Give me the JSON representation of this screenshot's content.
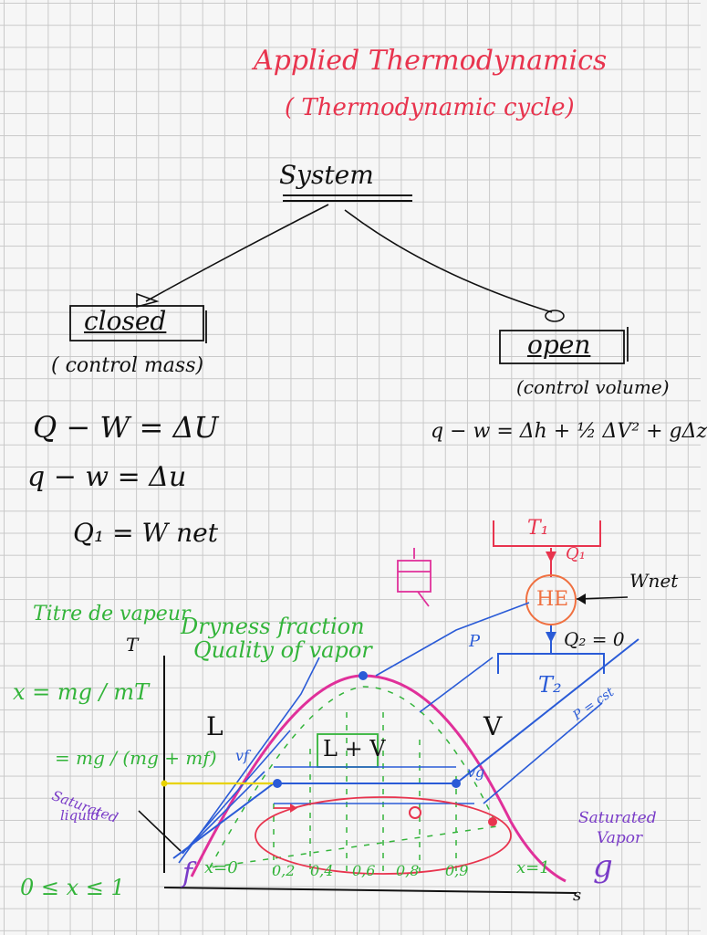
{
  "title": {
    "line1": "Applied Thermodynamics",
    "line2": "( Thermodynamic cycle)"
  },
  "system": {
    "label": "System",
    "closed": {
      "label": "closed",
      "sub": "( control mass)",
      "eq1": "Q − W = ΔU",
      "eq2": "q − w = Δu",
      "eq3": "Q₁ = W net"
    },
    "open": {
      "label": "open",
      "sub": "(control volume)",
      "eq": "q − w = Δh + ½ ΔV² + gΔz"
    }
  },
  "engine": {
    "t1": "T₁",
    "q1": "Q₁",
    "he": "HE",
    "wnet": "Wnet",
    "q2": "Q₂ = 0",
    "t2": "T₂",
    "pconst": "P = cst"
  },
  "diagram": {
    "title1": "Titre de vapeur",
    "title2": "Dryness fraction",
    "title3": "Quality of vapor",
    "t_axis": "T",
    "s_axis": "s",
    "liquid": "L",
    "vapor": "V",
    "mixture": "L + V",
    "f_point": "f",
    "g_point": "g",
    "vf": "vf",
    "vg": "vg",
    "p_label": "P",
    "quality_labels": [
      "x=0",
      "0,2",
      "0,4",
      "0,6",
      "0,8",
      "0,9",
      "x=1"
    ],
    "sat_liquid": [
      "Saturated",
      "liquid"
    ],
    "sat_vapor": [
      "Saturated",
      "Vapor"
    ],
    "formula1": "x = mg / mT",
    "formula2": "= mg / (mg + mf)",
    "range": "0 ≤ x ≤ 1"
  },
  "colors": {
    "red": "#e8344e",
    "black": "#111111",
    "green": "#33b43a",
    "blue": "#2a5bd7",
    "magenta": "#e0309a",
    "purple": "#7a3cc8",
    "orange": "#f07040"
  }
}
